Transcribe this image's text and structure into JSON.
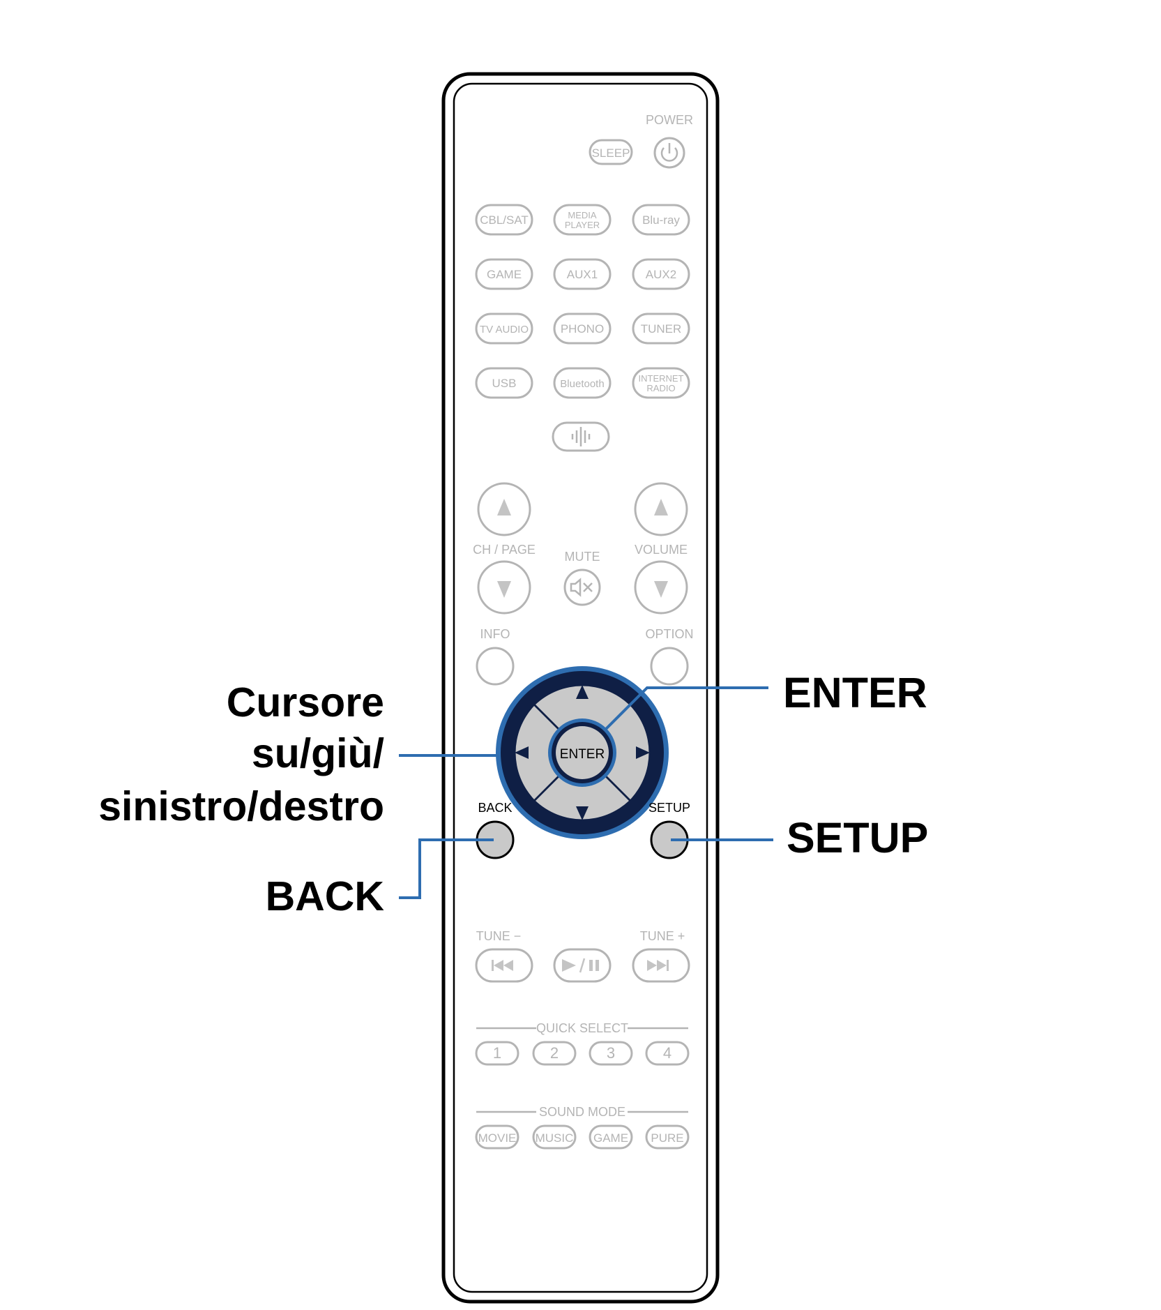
{
  "remote": {
    "power_label": "POWER",
    "sleep_label": "SLEEP",
    "sources": [
      [
        "CBL/SAT",
        "MEDIA PLAYER",
        "Blu-ray"
      ],
      [
        "GAME",
        "AUX1",
        "AUX2"
      ],
      [
        "TV AUDIO",
        "PHONO",
        "TUNER"
      ],
      [
        "USB",
        "Bluetooth",
        "INTERNET RADIO"
      ]
    ],
    "ch_page_label": "CH / PAGE",
    "mute_label": "MUTE",
    "volume_label": "VOLUME",
    "info_label": "INFO",
    "option_label": "OPTION",
    "enter_label": "ENTER",
    "back_label": "BACK",
    "setup_label": "SETUP",
    "tune_minus_label": "TUNE −",
    "tune_plus_label": "TUNE +",
    "quick_select_label": "QUICK SELECT",
    "quick_select": [
      "1",
      "2",
      "3",
      "4"
    ],
    "sound_mode_label": "SOUND MODE",
    "sound_modes": [
      "MOVIE",
      "MUSIC",
      "GAME",
      "PURE"
    ]
  },
  "callouts": {
    "enter": "ENTER",
    "setup": "SETUP",
    "cursor_line1": "Cursore",
    "cursor_line2": "su/giù/",
    "cursor_line3": "sinistro/destro",
    "back": "BACK"
  },
  "colors": {
    "highlight_blue": "#2e6db0",
    "navy_ring": "#0f1f45",
    "faded_button": "#b4b4b4",
    "active_button_fill": "#c9c9c9"
  }
}
